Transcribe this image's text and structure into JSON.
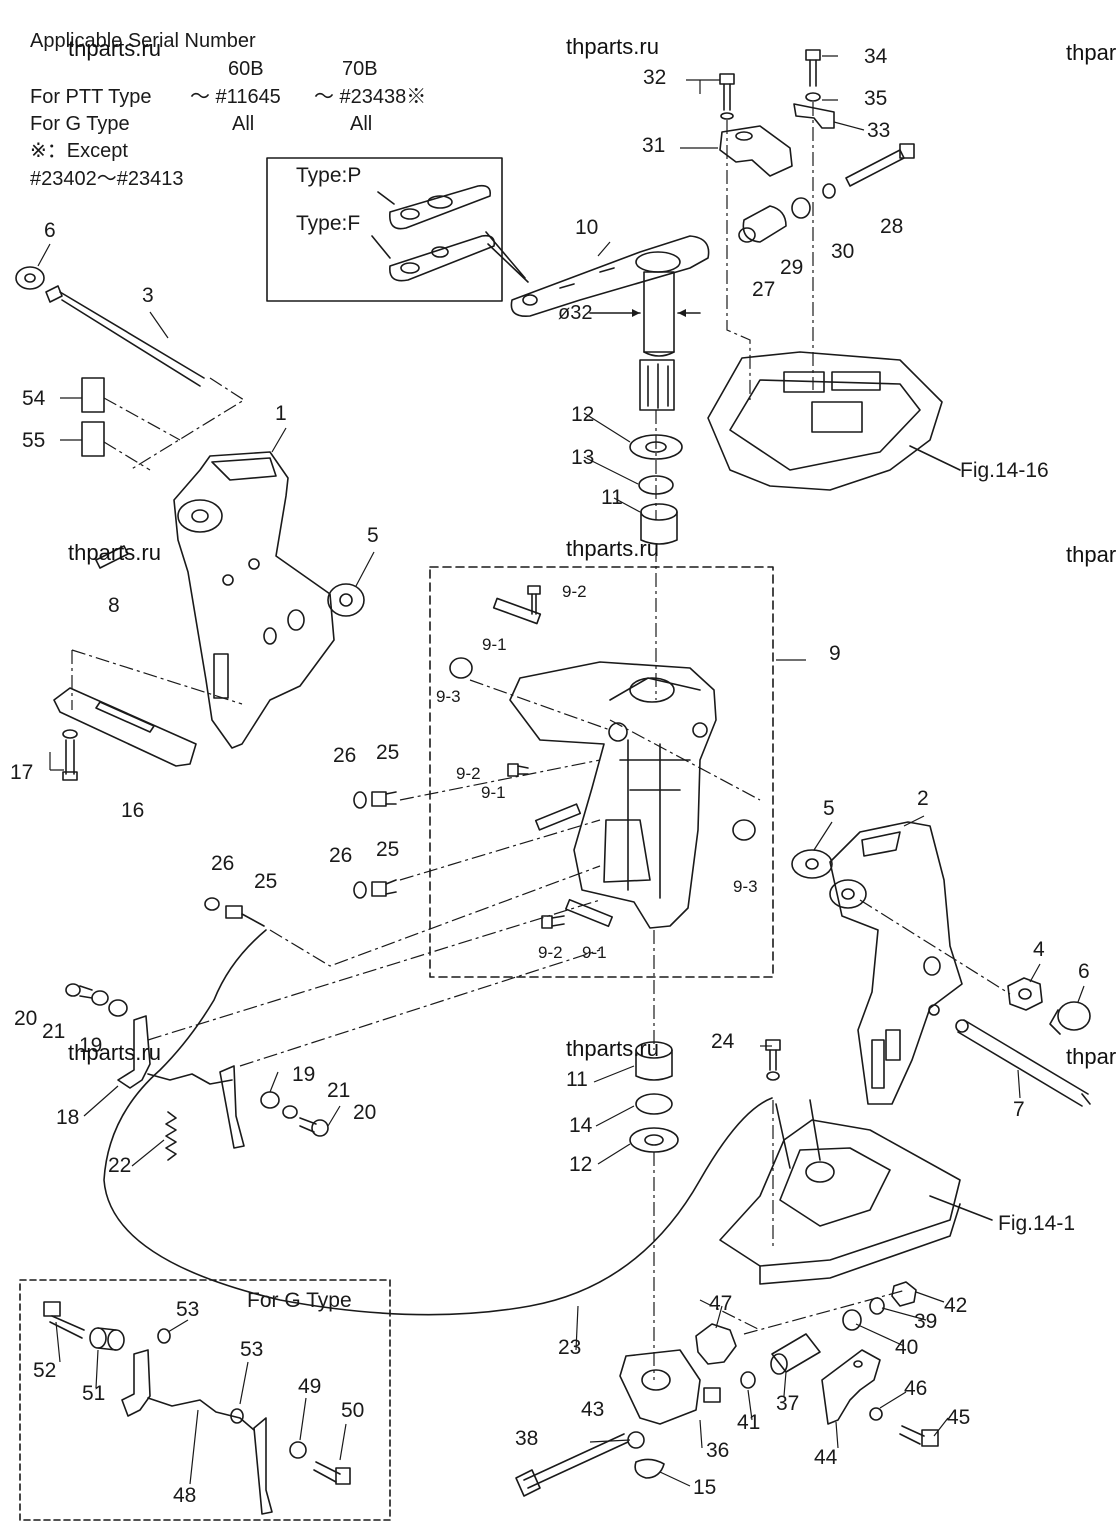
{
  "header": {
    "title": "Applicable Serial Number",
    "col_60b": "60B",
    "col_70b": "70B",
    "ptt_label": "For PTT Type",
    "ptt_60b": "～ #11645",
    "ptt_70b": "～ #23438※",
    "g_label": "For G Type",
    "g_60b": "All",
    "g_70b": "All",
    "except_label": "※：Except",
    "except_range": "#23402～#23413"
  },
  "inset_type": {
    "type_p": "Type:P",
    "type_f": "Type:F"
  },
  "inset_g": {
    "title": "For G Type"
  },
  "watermark": "thparts.ru",
  "watermark_partial": "thpar",
  "references": {
    "fig_14_16": "Fig.14-16",
    "fig_14_1": "Fig.14-1"
  },
  "dimension": "ø32",
  "callouts": [
    {
      "text": "1"
    },
    {
      "text": "2"
    },
    {
      "text": "3"
    },
    {
      "text": "4"
    },
    {
      "text": "5"
    },
    {
      "text": "5"
    },
    {
      "text": "6"
    },
    {
      "text": "6"
    },
    {
      "text": "7"
    },
    {
      "text": "8"
    },
    {
      "text": "9"
    },
    {
      "text": "9-1"
    },
    {
      "text": "9-1"
    },
    {
      "text": "9-1"
    },
    {
      "text": "9-2"
    },
    {
      "text": "9-2"
    },
    {
      "text": "9-2"
    },
    {
      "text": "9-3"
    },
    {
      "text": "9-3"
    },
    {
      "text": "10"
    },
    {
      "text": "11"
    },
    {
      "text": "11"
    },
    {
      "text": "12"
    },
    {
      "text": "12"
    },
    {
      "text": "13"
    },
    {
      "text": "14"
    },
    {
      "text": "15"
    },
    {
      "text": "16"
    },
    {
      "text": "17"
    },
    {
      "text": "18"
    },
    {
      "text": "19"
    },
    {
      "text": "19"
    },
    {
      "text": "20"
    },
    {
      "text": "20"
    },
    {
      "text": "21"
    },
    {
      "text": "21"
    },
    {
      "text": "22"
    },
    {
      "text": "23"
    },
    {
      "text": "24"
    },
    {
      "text": "25"
    },
    {
      "text": "25"
    },
    {
      "text": "25"
    },
    {
      "text": "26"
    },
    {
      "text": "26"
    },
    {
      "text": "26"
    },
    {
      "text": "27"
    },
    {
      "text": "28"
    },
    {
      "text": "29"
    },
    {
      "text": "30"
    },
    {
      "text": "31"
    },
    {
      "text": "32"
    },
    {
      "text": "33"
    },
    {
      "text": "34"
    },
    {
      "text": "35"
    },
    {
      "text": "36"
    },
    {
      "text": "37"
    },
    {
      "text": "38"
    },
    {
      "text": "39"
    },
    {
      "text": "40"
    },
    {
      "text": "41"
    },
    {
      "text": "42"
    },
    {
      "text": "43"
    },
    {
      "text": "44"
    },
    {
      "text": "45"
    },
    {
      "text": "46"
    },
    {
      "text": "47"
    },
    {
      "text": "48"
    },
    {
      "text": "49"
    },
    {
      "text": "50"
    },
    {
      "text": "51"
    },
    {
      "text": "52"
    },
    {
      "text": "53"
    },
    {
      "text": "53"
    },
    {
      "text": "54"
    },
    {
      "text": "55"
    }
  ],
  "colors": {
    "line": "#1a1a1a",
    "background": "#ffffff"
  }
}
